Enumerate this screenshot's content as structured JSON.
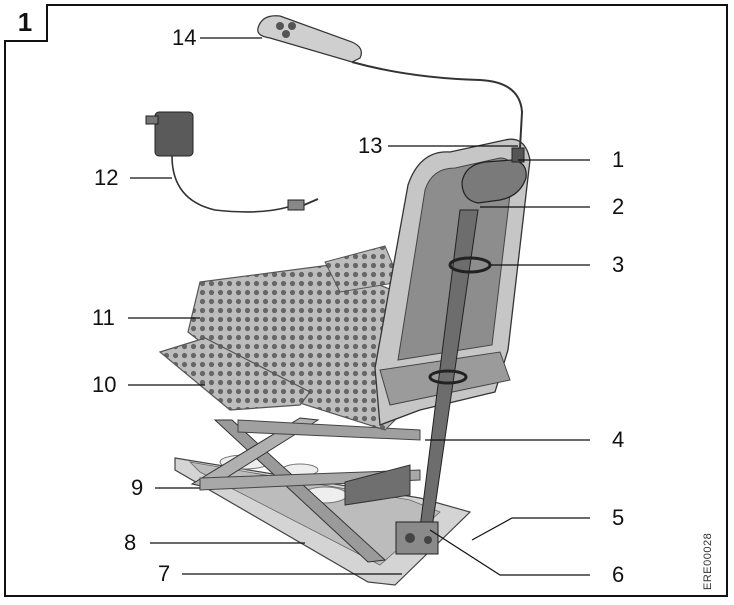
{
  "figure": {
    "number": "1",
    "code": "ERE00028"
  },
  "callouts": [
    {
      "id": "1",
      "label": "1"
    },
    {
      "id": "2",
      "label": "2"
    },
    {
      "id": "3",
      "label": "3"
    },
    {
      "id": "4",
      "label": "4"
    },
    {
      "id": "5",
      "label": "5"
    },
    {
      "id": "6",
      "label": "6"
    },
    {
      "id": "7",
      "label": "7"
    },
    {
      "id": "8",
      "label": "8"
    },
    {
      "id": "9",
      "label": "9"
    },
    {
      "id": "10",
      "label": "10"
    },
    {
      "id": "11",
      "label": "11"
    },
    {
      "id": "12",
      "label": "12"
    },
    {
      "id": "13",
      "label": "13"
    },
    {
      "id": "14",
      "label": "14"
    }
  ],
  "colors": {
    "line": "#111111",
    "part_light": "#d9d9d9",
    "part_mid": "#a8a8a8",
    "part_dark": "#555555",
    "mesh": "#8a8a8a"
  }
}
